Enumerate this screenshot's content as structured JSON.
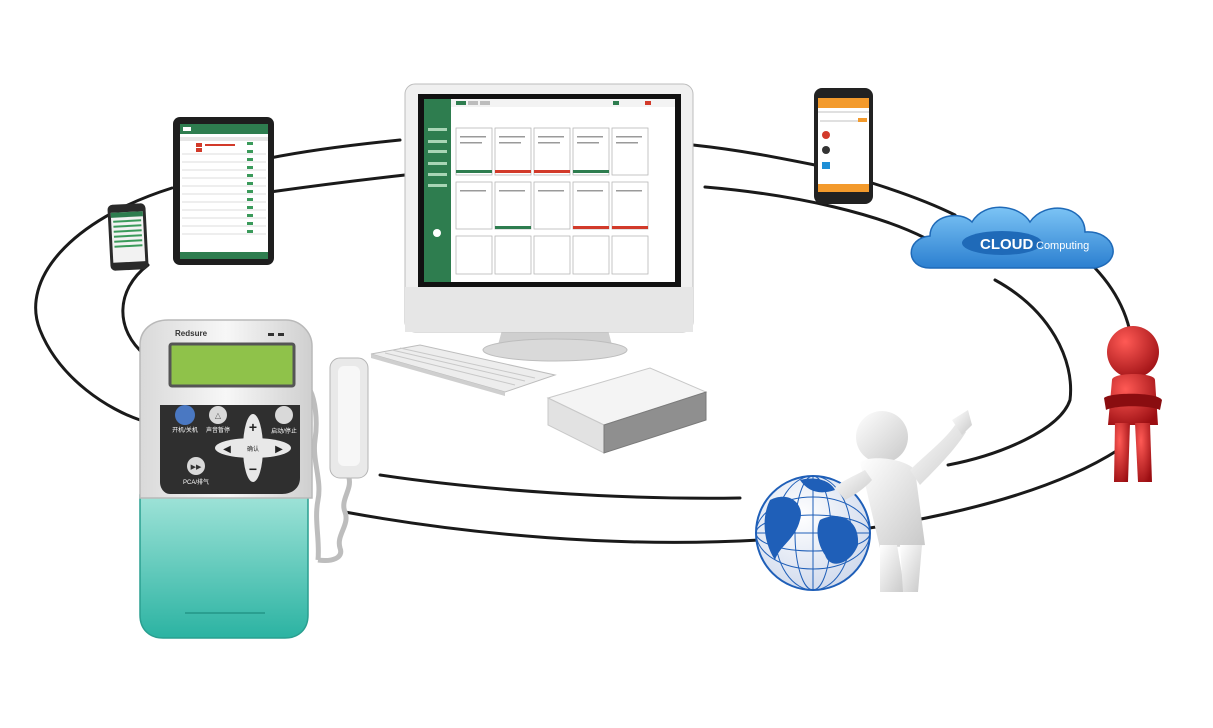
{
  "pump": {
    "brand": "Redsure",
    "btn_power": "开机/关机",
    "btn_mute": "声音暂停",
    "btn_start": "启动/停止",
    "btn_confirm": "确认",
    "btn_pca": "PCA/排气",
    "btn_plus": "+",
    "btn_minus": "−"
  },
  "cloud": {
    "word": "CLOUD",
    "sub": "Computing"
  },
  "colors": {
    "ring": "#1a1a1a",
    "pump_screen": "#8fc24a",
    "pump_reservoir": "#3cc3b0",
    "cloud": "#3a8fd6",
    "person_red": "#c4161c",
    "app_green": "#2e7d4f",
    "phone_orange": "#f39a2c",
    "globe_blue": "#1f5fb8"
  }
}
